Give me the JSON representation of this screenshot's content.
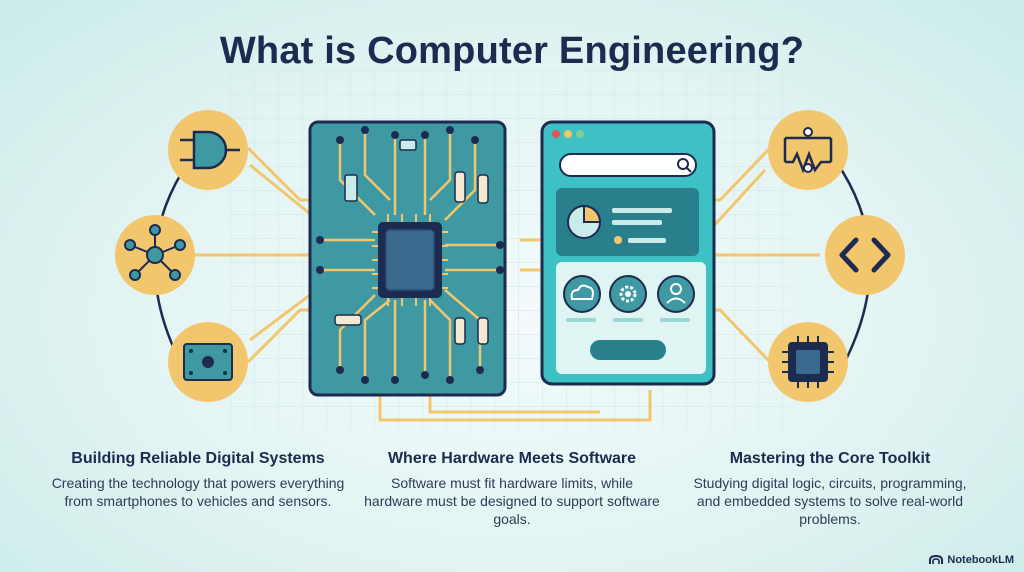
{
  "title": "What is Computer Engineering?",
  "columns": [
    {
      "heading": "Building Reliable Digital Systems",
      "body": "Creating the technology that powers everything from smartphones to vehicles and sensors."
    },
    {
      "heading": "Where Hardware Meets Software",
      "body": "Software must fit hardware limits, while hardware must be designed to support software goals."
    },
    {
      "heading": "Mastering the Core Toolkit",
      "body": "Studying digital logic, circuits, programming, and embedded systems to solve real-world problems."
    }
  ],
  "icons": {
    "left": [
      "and-gate-icon",
      "network-node-icon",
      "circuit-board-icon"
    ],
    "right": [
      "resistor-circuit-icon",
      "code-brackets-icon",
      "microchip-icon"
    ],
    "app": [
      "search-icon",
      "pie-chart-icon",
      "cloud-icon",
      "gear-icon",
      "user-icon"
    ]
  },
  "brand": "NotebookLM",
  "colors": {
    "navy": "#1c2b4f",
    "teal": "#3e99a2",
    "mustard": "#f2c66d",
    "mint": "#c9ecea"
  }
}
